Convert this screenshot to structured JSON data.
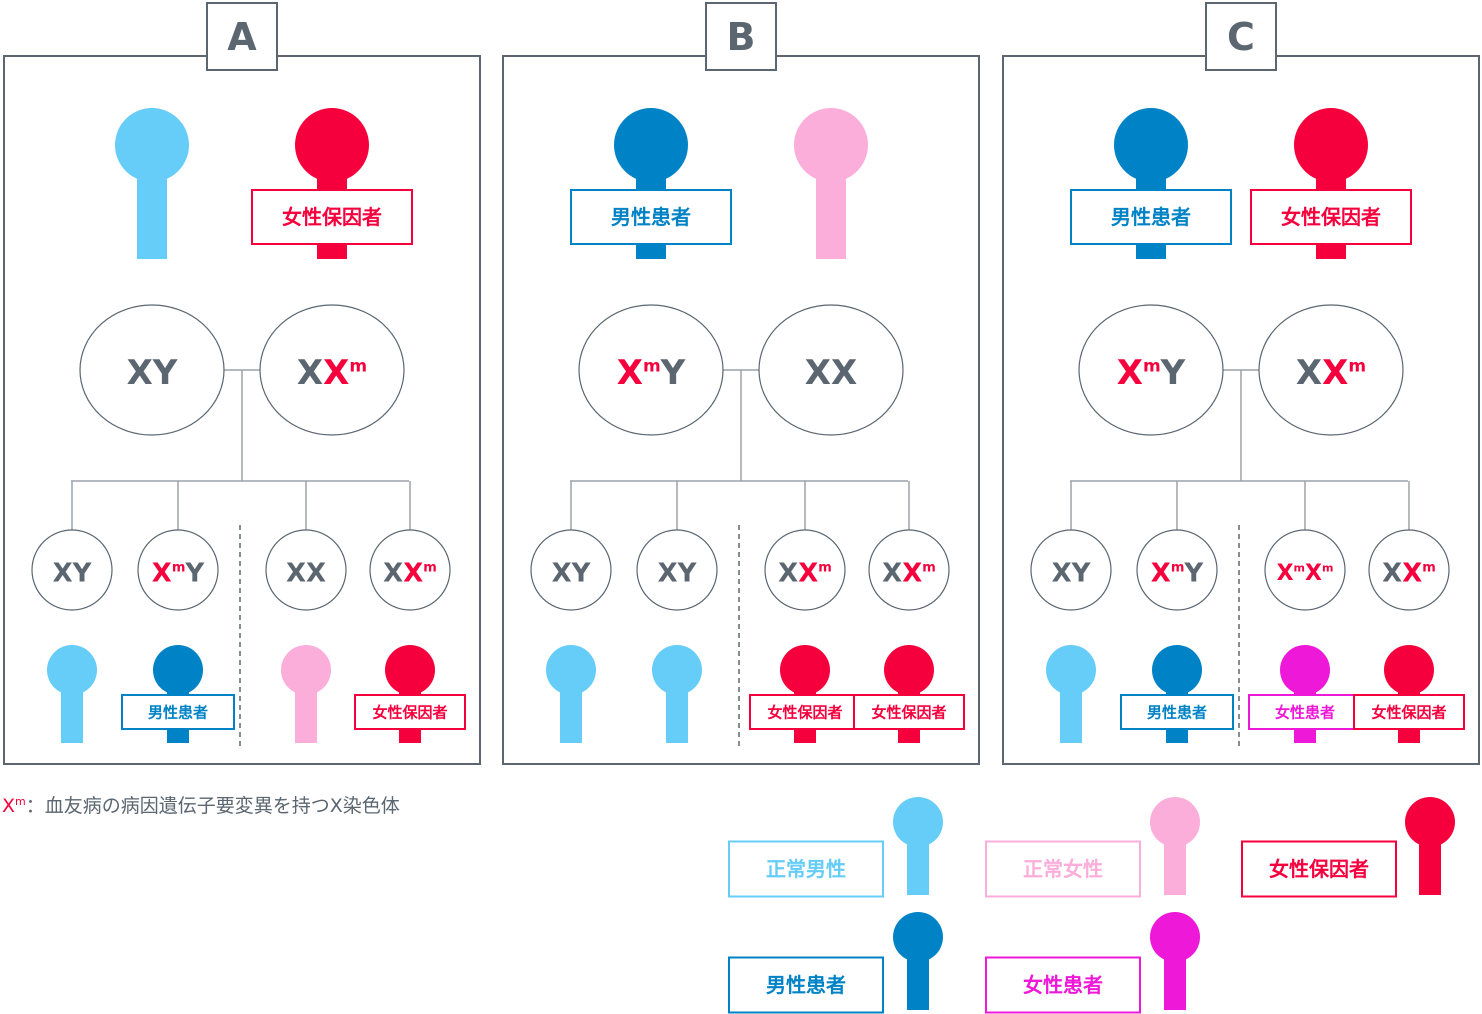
{
  "colors": {
    "normal_male": "#66ccf8",
    "normal_female": "#fcaedb",
    "female_carrier": "#f5003c",
    "male_patient": "#0083c6",
    "female_patient": "#ee18d9",
    "gray_text": "#5b6670",
    "border": "#5b6670",
    "connector": "#9aa2a8"
  },
  "panels": [
    {
      "label": "A",
      "parents": [
        {
          "status": "normal_male",
          "tag": ""
        },
        {
          "status": "female_carrier",
          "tag": "女性保因者"
        }
      ],
      "parent_genotypes": [
        [
          {
            "t": "XY",
            "m": false
          }
        ],
        [
          {
            "t": "X",
            "m": false
          },
          {
            "t": "X",
            "m": true,
            "sup": "m"
          }
        ]
      ],
      "children": [
        {
          "genotype": [
            {
              "t": "XY",
              "m": false
            }
          ],
          "status": "normal_male",
          "tag": ""
        },
        {
          "genotype": [
            {
              "t": "X",
              "m": true,
              "sup": "m"
            },
            {
              "t": "Y",
              "m": false
            }
          ],
          "status": "male_patient",
          "tag": "男性患者"
        },
        {
          "genotype": [
            {
              "t": "XX",
              "m": false
            }
          ],
          "status": "normal_female",
          "tag": ""
        },
        {
          "genotype": [
            {
              "t": "X",
              "m": false
            },
            {
              "t": "X",
              "m": true,
              "sup": "m"
            }
          ],
          "status": "female_carrier",
          "tag": "女性保因者"
        }
      ]
    },
    {
      "label": "B",
      "parents": [
        {
          "status": "male_patient",
          "tag": "男性患者"
        },
        {
          "status": "normal_female",
          "tag": ""
        }
      ],
      "parent_genotypes": [
        [
          {
            "t": "X",
            "m": true,
            "sup": "m"
          },
          {
            "t": "Y",
            "m": false
          }
        ],
        [
          {
            "t": "XX",
            "m": false
          }
        ]
      ],
      "children": [
        {
          "genotype": [
            {
              "t": "XY",
              "m": false
            }
          ],
          "status": "normal_male",
          "tag": ""
        },
        {
          "genotype": [
            {
              "t": "XY",
              "m": false
            }
          ],
          "status": "normal_male",
          "tag": ""
        },
        {
          "genotype": [
            {
              "t": "X",
              "m": false
            },
            {
              "t": "X",
              "m": true,
              "sup": "m"
            }
          ],
          "status": "female_carrier",
          "tag": "女性保因者"
        },
        {
          "genotype": [
            {
              "t": "X",
              "m": false
            },
            {
              "t": "X",
              "m": true,
              "sup": "m"
            }
          ],
          "status": "female_carrier",
          "tag": "女性保因者"
        }
      ]
    },
    {
      "label": "C",
      "parents": [
        {
          "status": "male_patient",
          "tag": "男性患者"
        },
        {
          "status": "female_carrier",
          "tag": "女性保因者"
        }
      ],
      "parent_genotypes": [
        [
          {
            "t": "X",
            "m": true,
            "sup": "m"
          },
          {
            "t": "Y",
            "m": false
          }
        ],
        [
          {
            "t": "X",
            "m": false
          },
          {
            "t": "X",
            "m": true,
            "sup": "m"
          }
        ]
      ],
      "children": [
        {
          "genotype": [
            {
              "t": "XY",
              "m": false
            }
          ],
          "status": "normal_male",
          "tag": ""
        },
        {
          "genotype": [
            {
              "t": "X",
              "m": true,
              "sup": "m"
            },
            {
              "t": "Y",
              "m": false
            }
          ],
          "status": "male_patient",
          "tag": "男性患者"
        },
        {
          "genotype": [
            {
              "t": "X",
              "m": true,
              "sup": "m"
            },
            {
              "t": "X",
              "m": true,
              "sup": "m"
            }
          ],
          "status": "female_patient",
          "tag": "女性患者"
        },
        {
          "genotype": [
            {
              "t": "X",
              "m": false
            },
            {
              "t": "X",
              "m": true,
              "sup": "m"
            }
          ],
          "status": "female_carrier",
          "tag": "女性保因者"
        }
      ]
    }
  ],
  "footnote": {
    "x": "X",
    "sup": "m",
    "text": "：血友病の病因遺伝子要変異を持つX染色体"
  },
  "legend": [
    {
      "label": "正常男性",
      "status": "normal_male"
    },
    {
      "label": "正常女性",
      "status": "normal_female"
    },
    {
      "label": "女性保因者",
      "status": "female_carrier"
    },
    {
      "label": "男性患者",
      "status": "male_patient"
    },
    {
      "label": "女性患者",
      "status": "female_patient"
    }
  ]
}
